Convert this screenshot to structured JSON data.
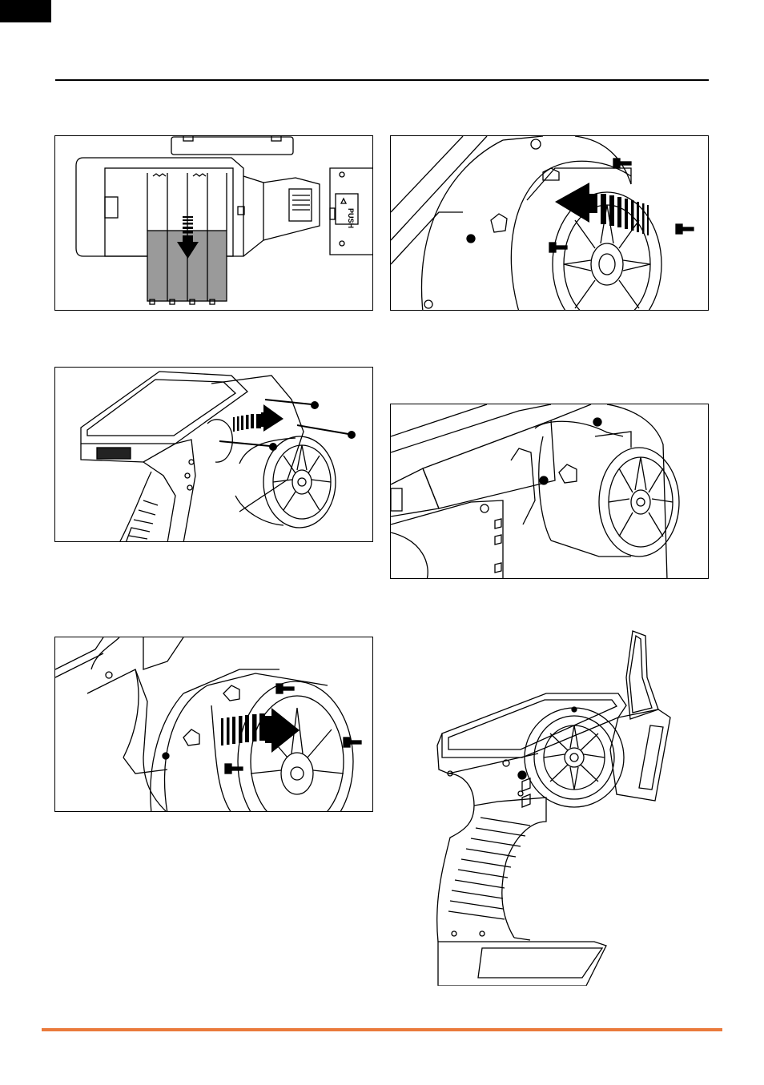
{
  "page": {
    "accent_color": "#ea7a3c",
    "rule_color": "#000000"
  },
  "figures": [
    {
      "id": "battery-tray",
      "icons": [
        "arrow-down-icon",
        "battery-icon"
      ]
    },
    {
      "id": "wheel-remove-right",
      "icons": [
        "arrow-left-icon",
        "screw-icon"
      ]
    },
    {
      "id": "wheel-screws-install",
      "icons": [
        "arrow-right-icon",
        "screw-icon"
      ]
    },
    {
      "id": "wheel-mounted-left",
      "icons": []
    },
    {
      "id": "wheel-install-left",
      "icons": [
        "arrow-right-icon",
        "screw-icon"
      ]
    },
    {
      "id": "transmitter-left-hand",
      "icons": []
    }
  ],
  "labels": {
    "push_label": "PUSH"
  }
}
